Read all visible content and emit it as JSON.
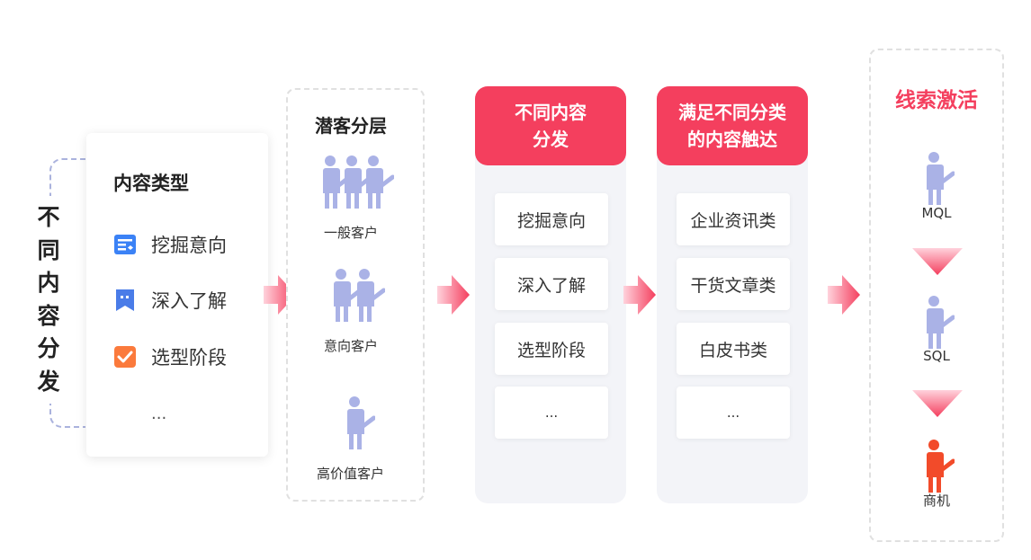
{
  "left_label": "不同内容分发",
  "content_types": {
    "title": "内容类型",
    "items": [
      {
        "label": "挖掘意向",
        "icon": "news-card-icon",
        "color": "#3b82f6"
      },
      {
        "label": "深入了解",
        "icon": "bookmark-icon",
        "color": "#4a7ce8"
      },
      {
        "label": "选型阶段",
        "icon": "checkbox-icon",
        "color": "#fb7a3c"
      }
    ],
    "ellipsis": "..."
  },
  "segments": {
    "title": "潜客分层",
    "items": [
      {
        "label": "一般客户",
        "icon": "group-of-people-icon"
      },
      {
        "label": "意向客户",
        "icon": "pair-of-people-icon"
      },
      {
        "label": "高价值客户",
        "icon": "single-person-icon"
      }
    ]
  },
  "distribution": {
    "title_lines": [
      "不同内容",
      "分发"
    ],
    "items": [
      "挖掘意向",
      "深入了解",
      "选型阶段",
      "..."
    ]
  },
  "reach": {
    "title_lines": [
      "满足不同分类",
      "的内容触达"
    ],
    "items": [
      "企业资讯类",
      "干货文章类",
      "白皮书类",
      "..."
    ]
  },
  "activation": {
    "title": "线索激活",
    "stages": [
      {
        "label": "MQL",
        "color": "#aab2e6"
      },
      {
        "label": "SQL",
        "color": "#aab2e6"
      },
      {
        "label": "商机",
        "color": "#f24b2a"
      }
    ]
  },
  "colors": {
    "accent": "#f43f5e",
    "person": "#aab2e6",
    "hot_person": "#f24b2a"
  }
}
